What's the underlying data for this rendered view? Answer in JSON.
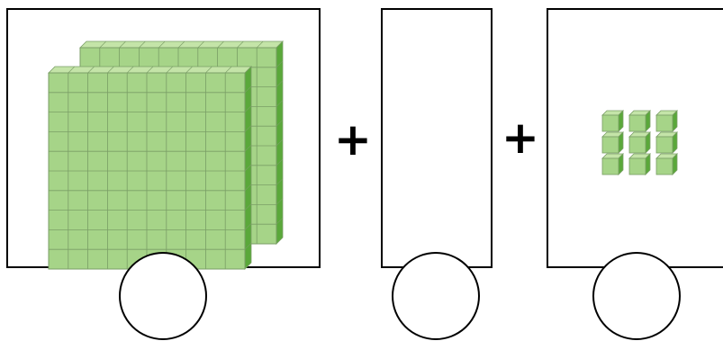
{
  "boxes": [
    {
      "name": "hundreds",
      "caption": "",
      "flats": 2,
      "flat_rows": 10,
      "flat_cols": 10
    },
    {
      "name": "tens",
      "caption": "",
      "rods": 0
    },
    {
      "name": "ones",
      "caption": "",
      "unit_cubes": 9,
      "rows": 3,
      "cols": 3
    }
  ],
  "operators": {
    "first": "+",
    "second": "+"
  },
  "circles": {
    "hundreds": "",
    "tens": "",
    "ones": ""
  },
  "colors": {
    "cube_face": "#a6d488",
    "cube_top": "#c4e4a8",
    "cube_side": "#5aa83a",
    "cube_edge": "#7a9e66",
    "outline": "#000000"
  }
}
